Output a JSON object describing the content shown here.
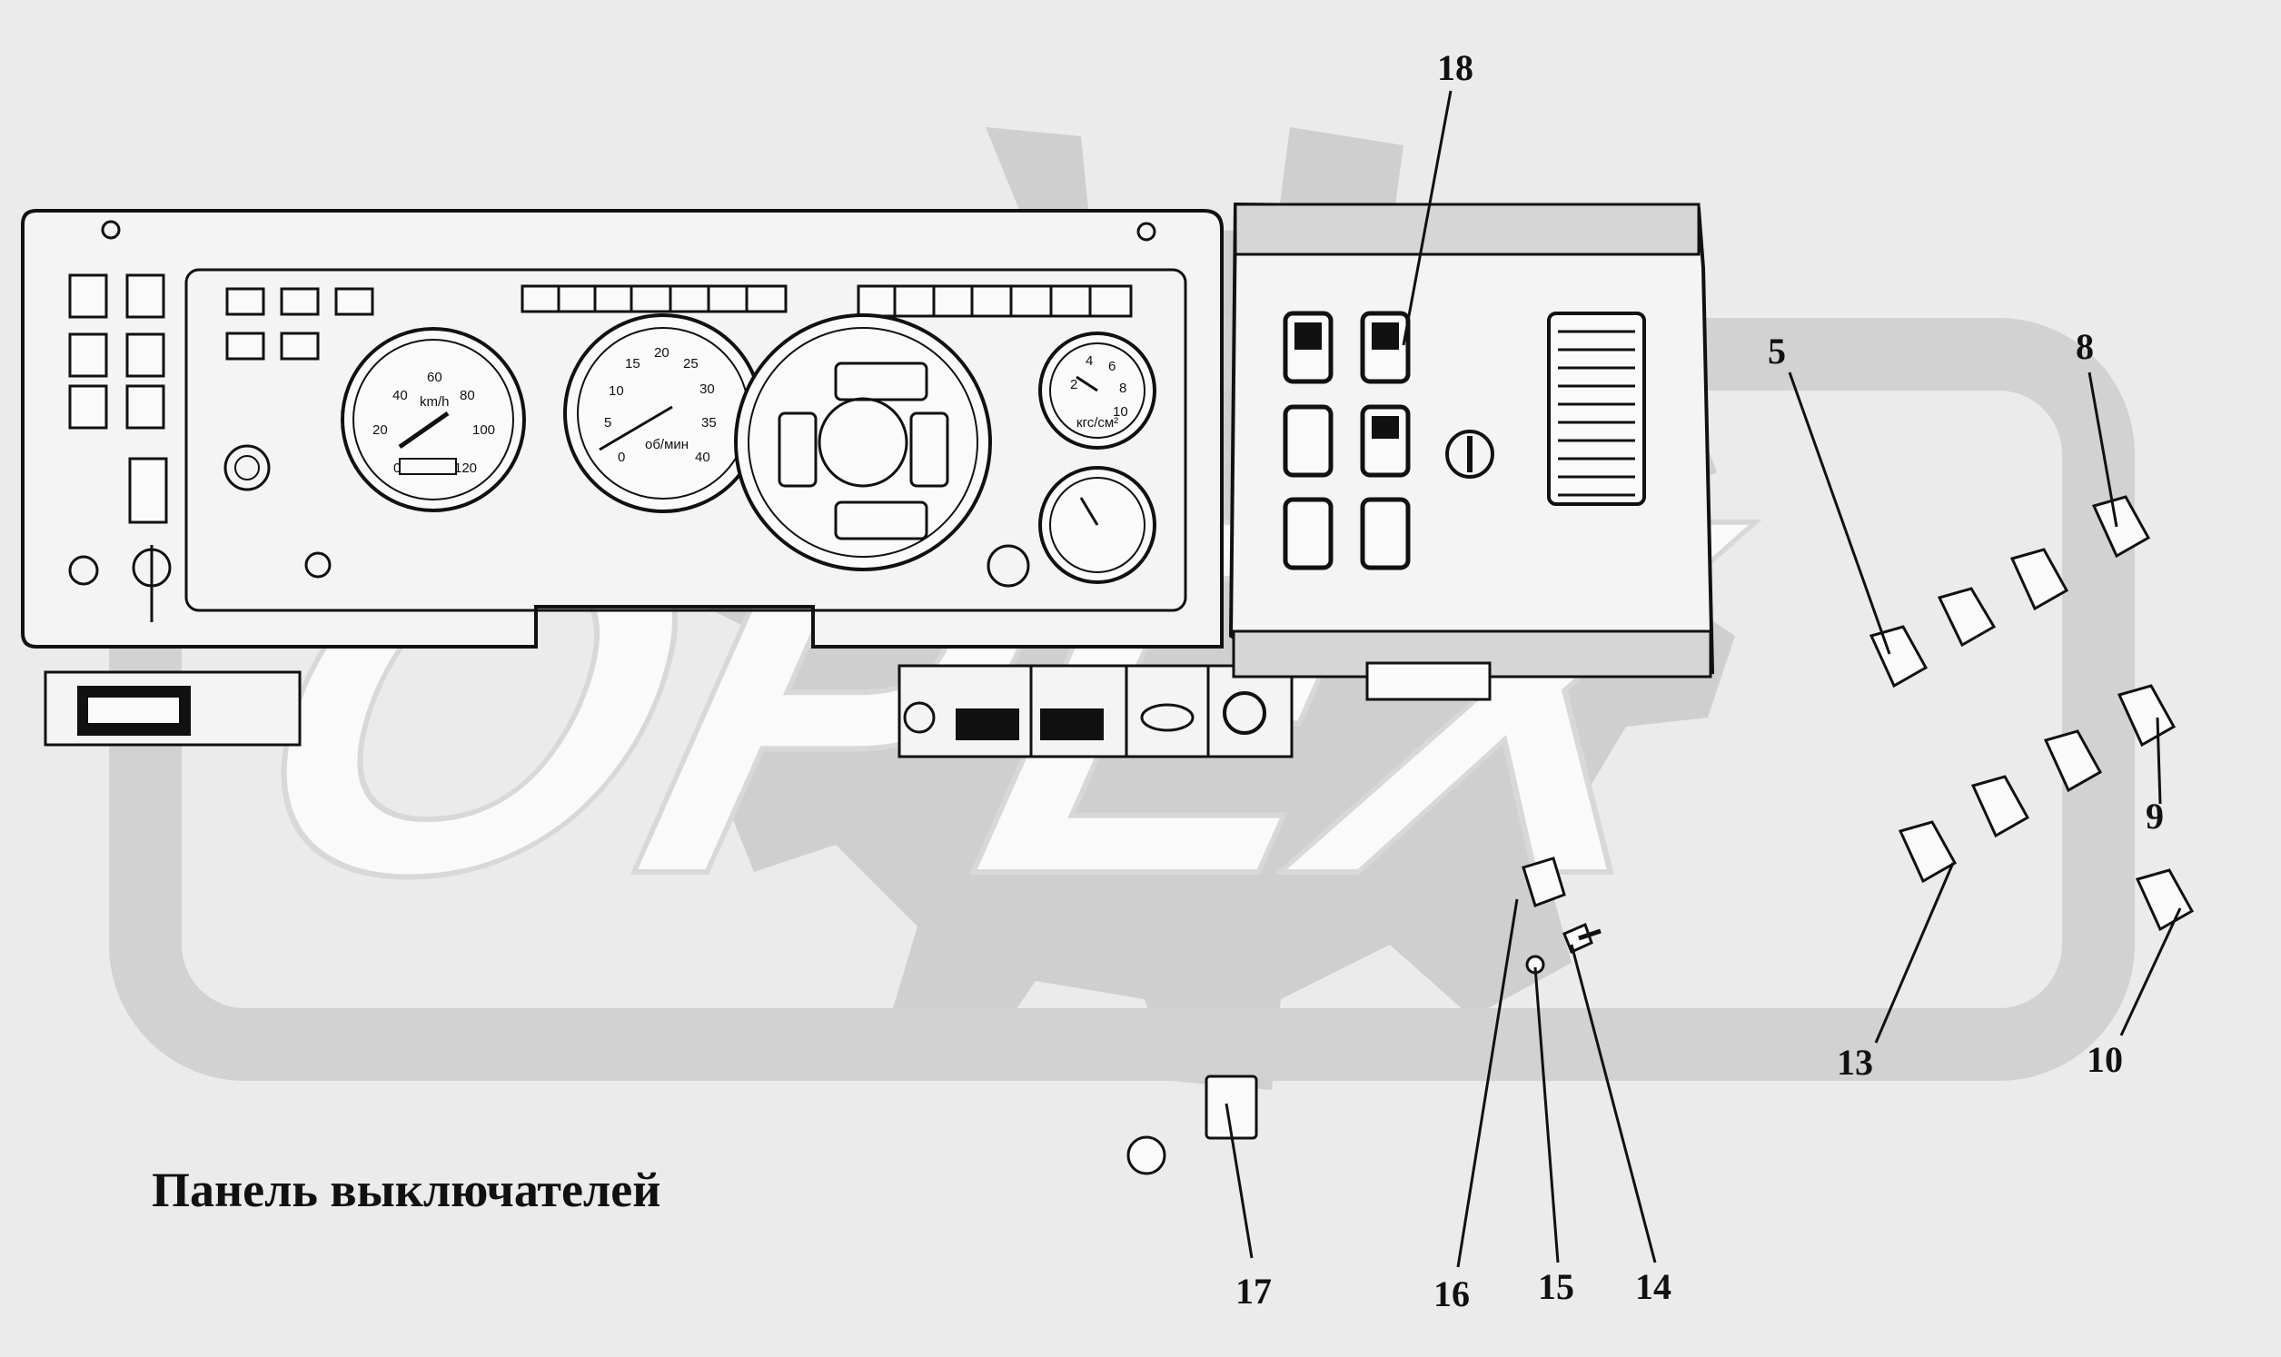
{
  "caption": "Панель выключателей",
  "watermark": "ОРЕХ",
  "callouts": [
    {
      "id": "c5",
      "text": "5"
    },
    {
      "id": "c8",
      "text": "8"
    },
    {
      "id": "c9",
      "text": "9"
    },
    {
      "id": "c10",
      "text": "10"
    },
    {
      "id": "c13",
      "text": "13"
    },
    {
      "id": "c14",
      "text": "14"
    },
    {
      "id": "c15",
      "text": "15"
    },
    {
      "id": "c16",
      "text": "16"
    },
    {
      "id": "c17",
      "text": "17"
    },
    {
      "id": "c18",
      "text": "18"
    }
  ],
  "speedometer": {
    "ticks": [
      "20",
      "40",
      "60",
      "80",
      "100",
      "120",
      "0"
    ],
    "unit": "km/h"
  },
  "tachometer": {
    "ticks": [
      "0",
      "5",
      "10",
      "15",
      "20",
      "25",
      "30",
      "35",
      "40"
    ],
    "unit": "об/мин"
  },
  "pressure_gauge": {
    "ticks": [
      "2",
      "4",
      "6",
      "8",
      "10"
    ],
    "unit": "кгс/см²"
  }
}
